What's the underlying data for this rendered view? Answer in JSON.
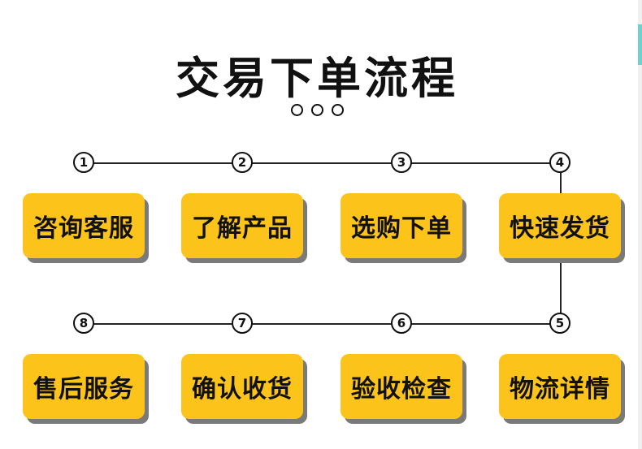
{
  "title": "交易下单流程",
  "flow": {
    "row1": [
      {
        "num": "1",
        "label": "咨询客服"
      },
      {
        "num": "2",
        "label": "了解产品"
      },
      {
        "num": "3",
        "label": "选购下单"
      },
      {
        "num": "4",
        "label": "快速发货"
      }
    ],
    "row2": [
      {
        "num": "8",
        "label": "售后服务"
      },
      {
        "num": "7",
        "label": "确认收货"
      },
      {
        "num": "6",
        "label": "验收检查"
      },
      {
        "num": "5",
        "label": "物流详情"
      }
    ]
  },
  "colors": {
    "box_fill": "#fcc41b",
    "box_shadow": "#7a7a7a",
    "line": "#222222",
    "text": "#111111"
  }
}
